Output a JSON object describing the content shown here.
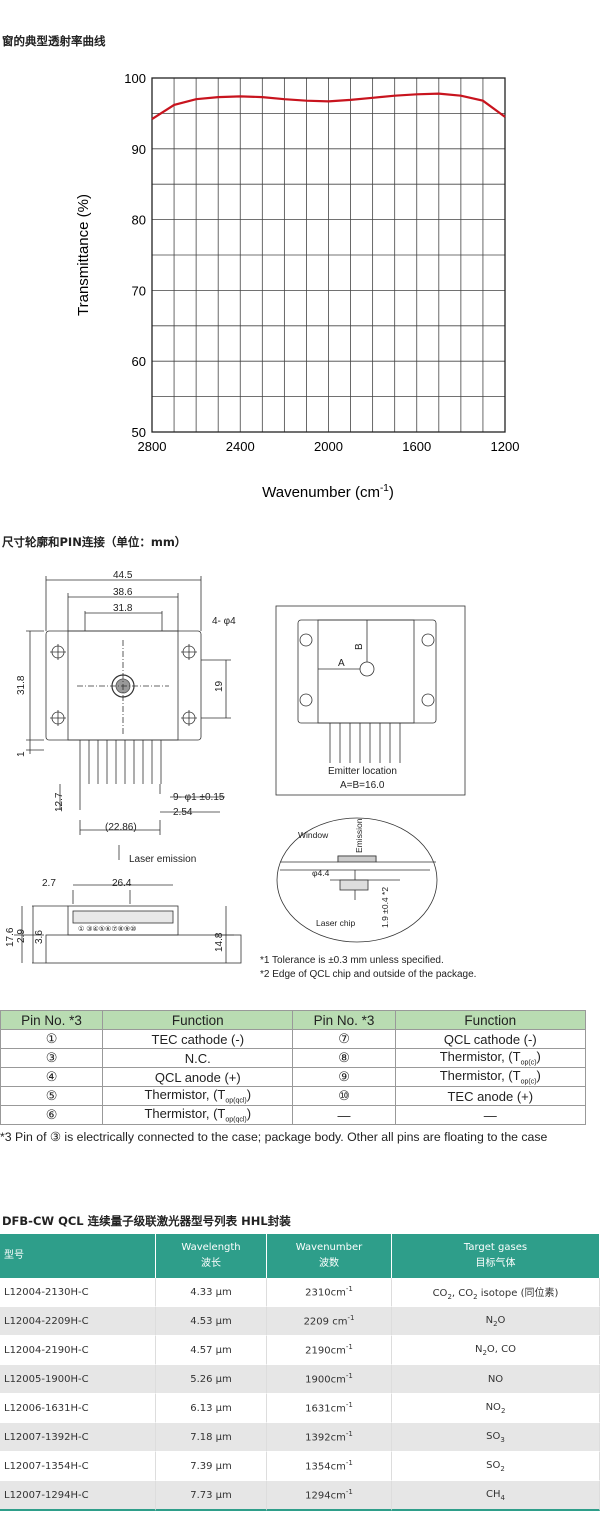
{
  "section1_title": "窗的典型透射率曲线",
  "chart_data": {
    "type": "line",
    "xlabel": "Wavenumber (cm-1)",
    "ylabel": "Transmittance (%)",
    "xlim": [
      2800,
      1200
    ],
    "ylim": [
      50,
      100
    ],
    "x_ticks": [
      "2800",
      "2400",
      "2000",
      "1600",
      "1200"
    ],
    "y_ticks": [
      "100",
      "90",
      "80",
      "70",
      "60",
      "50"
    ],
    "grid": true,
    "series": [
      {
        "color": "#c8141e",
        "x": [
          2800,
          2700,
          2600,
          2500,
          2400,
          2300,
          2200,
          2100,
          2000,
          1900,
          1800,
          1700,
          1600,
          1500,
          1400,
          1300,
          1200
        ],
        "y": [
          94.2,
          96.2,
          97.0,
          97.3,
          97.4,
          97.3,
          97.0,
          96.8,
          96.7,
          96.9,
          97.2,
          97.5,
          97.7,
          97.8,
          97.5,
          96.8,
          94.5
        ]
      }
    ]
  },
  "section2_title": "尺寸轮廓和PIN连接（单位：mm）",
  "drawing": {
    "dim_44_5": "44.5",
    "dim_38_6": "38.6",
    "dim_31_8_top": "31.8",
    "dim_4_phi4": "4- φ4",
    "dim_31_8_side": "31.8",
    "dim_19": "19",
    "dim_1": "1",
    "dim_12_7": "12.7",
    "dim_9_phi1": "9- φ1 ±0.15",
    "dim_2_54": "2.54",
    "dim_22_86": "(22.86)",
    "laser_emission": "Laser emission",
    "dim_2_7": "2.7",
    "dim_26_4": "26.4",
    "dim_17_6": "17.6",
    "dim_2_9": "2.9",
    "dim_3_6": "3.6",
    "dim_14_8": "14.8",
    "pin_numbers": "①  ③④⑤⑥⑦⑧⑨⑩",
    "label_a": "A",
    "label_b": "B",
    "emitter_location": "Emitter location",
    "emitter_ab": "A=B=16.0",
    "window": "Window",
    "emission": "Emission",
    "phi_4_4": "φ4.4",
    "laser_chip": "Laser chip",
    "dim_1_9": "1.9 ±0.4 *2",
    "note1": "*1 Tolerance is ±0.3 mm unless specified.",
    "note2": "*2 Edge of QCL chip and outside of the package."
  },
  "pin_table": {
    "headers": [
      "Pin No. *3",
      "Function",
      "Pin No. *3",
      "Function"
    ],
    "rows": [
      [
        "①",
        "TEC cathode (-)",
        "⑦",
        "QCL cathode (-)"
      ],
      [
        "③",
        "N.C.",
        "⑧",
        "Thermistor, (Top(c))"
      ],
      [
        "④",
        "QCL anode (+)",
        "⑨",
        "Thermistor, (Top(c))"
      ],
      [
        "⑤",
        "Thermistor, (Top(qcl))",
        "⑩",
        "TEC anode (+)"
      ],
      [
        "⑥",
        "Thermistor, (Top(qcl))",
        "—",
        "—"
      ]
    ],
    "note": "*3 Pin of ③ is electrically connected to the case; package body. Other all pins are floating to the case"
  },
  "section3_title": "DFB-CW QCL 连续量子级联激光器型号列表 HHL封装",
  "model_table": {
    "headers": [
      {
        "en": "型号",
        "cn": ""
      },
      {
        "en": "Wavelength",
        "cn": "波长"
      },
      {
        "en": "Wavenumber",
        "cn": "波数"
      },
      {
        "en": "Target gases",
        "cn": "目标气体"
      }
    ],
    "rows": [
      [
        "L12004-2130H-C",
        "4.33 μm",
        "2310cm-1",
        "CO2, CO2 isotope (同位素)"
      ],
      [
        "L12004-2209H-C",
        "4.53 μm",
        "2209 cm-1",
        "N2O"
      ],
      [
        "L12004-2190H-C",
        "4.57 μm",
        "2190cm-1",
        "N2O, CO"
      ],
      [
        "L12005-1900H-C",
        "5.26 μm",
        "1900cm-1",
        "NO"
      ],
      [
        "L12006-1631H-C",
        "6.13 μm",
        "1631cm-1",
        "NO2"
      ],
      [
        "L12007-1392H-C",
        "7.18 μm",
        "1392cm-1",
        "SO3"
      ],
      [
        "L12007-1354H-C",
        "7.39 μm",
        "1354cm-1",
        "SO2"
      ],
      [
        "L12007-1294H-C",
        "7.73 μm",
        "1294cm-1",
        "CH4"
      ]
    ]
  }
}
